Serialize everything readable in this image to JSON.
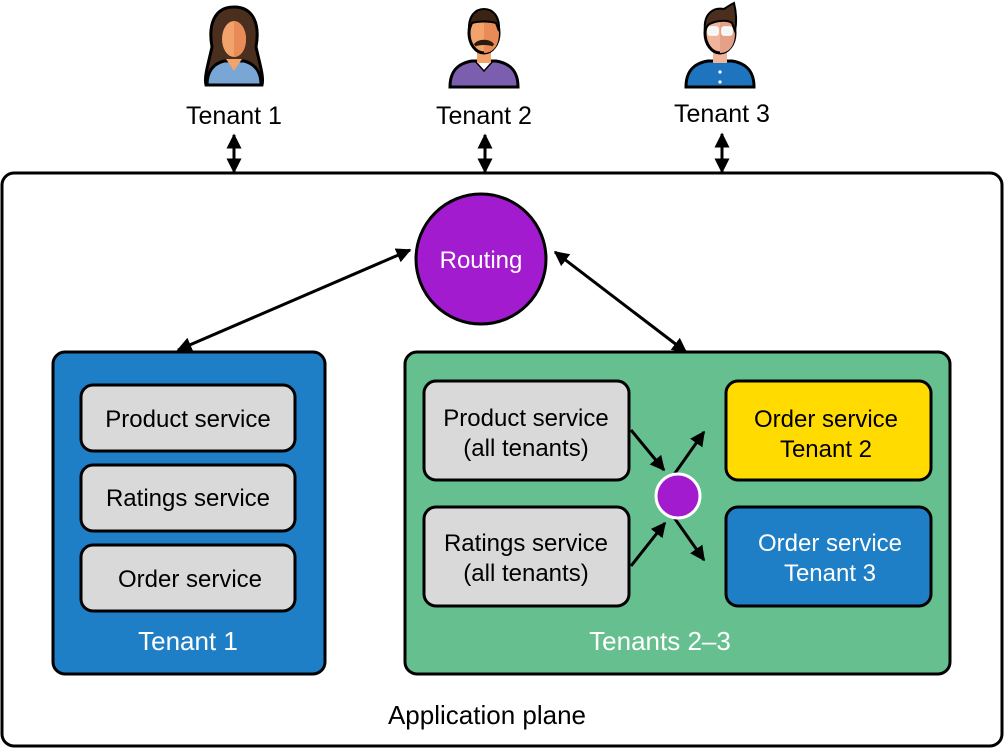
{
  "tenants": [
    {
      "label": "Tenant 1",
      "avatar": "woman-avatar-icon"
    },
    {
      "label": "Tenant 2",
      "avatar": "man-mustache-avatar-icon"
    },
    {
      "label": "Tenant 3",
      "avatar": "man-glasses-avatar-icon"
    }
  ],
  "application_plane": {
    "label": "Application plane"
  },
  "routing": {
    "label": "Routing"
  },
  "silo": {
    "label": "Tenant 1",
    "services": [
      "Product service",
      "Ratings service",
      "Order service"
    ]
  },
  "pool": {
    "label": "Tenants 2–3",
    "shared_services": [
      {
        "line1": "Product service",
        "line2": "(all tenants)"
      },
      {
        "line1": "Ratings service",
        "line2": "(all tenants)"
      }
    ],
    "tenant_services": [
      {
        "line1": "Order service",
        "line2": "Tenant 2"
      },
      {
        "line1": "Order service",
        "line2": "Tenant 3"
      }
    ]
  },
  "colors": {
    "purple": "#a31bcf",
    "silo_blue": "#1e7fc6",
    "pool_green": "#66bf8f",
    "service_gray": "#d9d9d9",
    "yellow": "#ffdb00",
    "tenant3_blue": "#1e7fc6"
  }
}
